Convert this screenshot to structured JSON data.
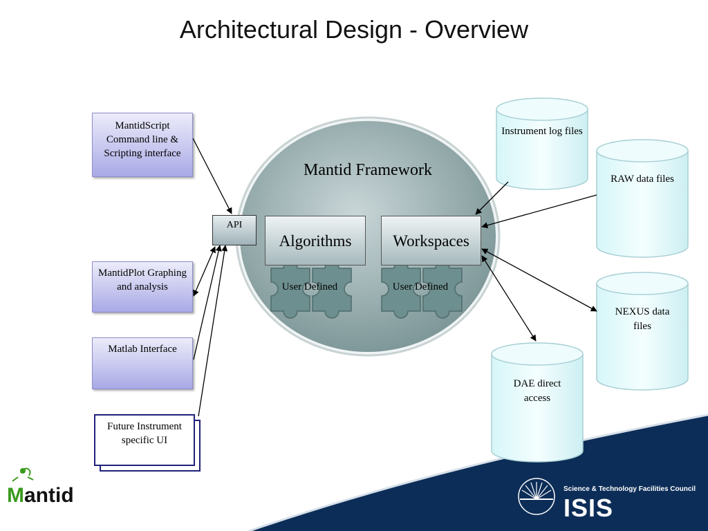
{
  "title": "Architectural Design - Overview",
  "clients": {
    "mantidscript": "MantidScript Command line & Scripting interface",
    "mantidplot": "MantidPlot Graphing  and analysis",
    "matlab": "Matlab Interface",
    "future": "Future Instrument specific UI"
  },
  "api": "API",
  "framework": {
    "title": "Mantid Framework",
    "algorithms": "Algorithms",
    "workspaces": "Workspaces",
    "user_defined_1": "User Defined",
    "user_defined_2": "User Defined"
  },
  "data_sources": {
    "instrument_log": "Instrument log files",
    "raw": "RAW data files",
    "nexus": "NEXUS data files",
    "dae": "DAE direct access"
  },
  "logos": {
    "mantid_M": "M",
    "mantid_rest": "antid",
    "stfc": "Science & Technology Facilities Council",
    "isis": "ISIS"
  },
  "colors": {
    "client_fill": "#a9a9e6",
    "framework_fill": "#8ea6a8",
    "puzzle_fill": "#6e8f8f",
    "cylinder_fill": "#e6fcfd",
    "footer_navy": "#0c2d57",
    "mantid_green": "#3a9a1e"
  }
}
